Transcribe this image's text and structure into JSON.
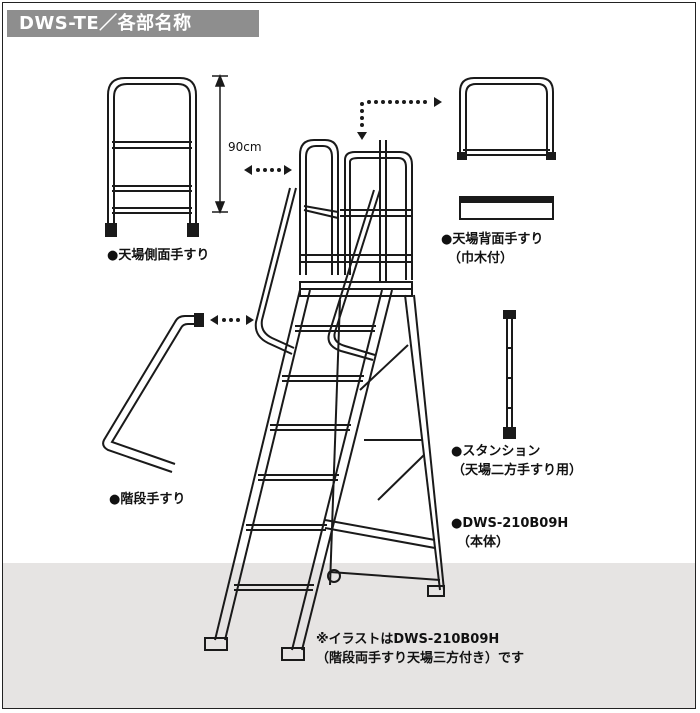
{
  "title": "DWS-TE／各部名称",
  "dimension_label": "90cm",
  "parts": {
    "side_rail": {
      "label": "●天場側面手すり"
    },
    "back_rail": {
      "label": "●天場背面手すり",
      "note": "（巾木付）"
    },
    "stair_rail": {
      "label": "●階段手すり"
    },
    "stanchion": {
      "label": "●スタンション",
      "note": "（天場二方手すり用）"
    },
    "body": {
      "label": "●DWS-210B09H",
      "note": "（本体）"
    }
  },
  "illustration_note": {
    "line1": "※イラストはDWS-210B09H",
    "line2": "（階段両手すり天場三方付き）です"
  },
  "colors": {
    "title_bg": "#8e8e8e",
    "floor": "#e6e4e3",
    "line": "#1a1a1a"
  }
}
